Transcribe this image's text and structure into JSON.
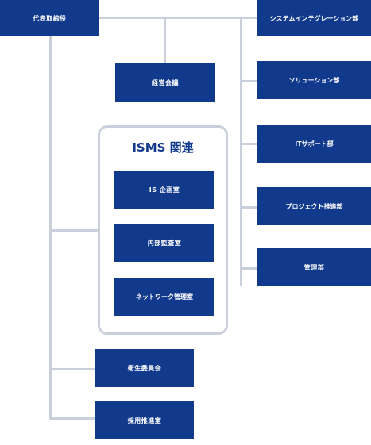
{
  "colors": {
    "box": "#123a8c",
    "line": "#c9d0dc",
    "text_on_box": "#ffffff",
    "group_title": "#123a8c"
  },
  "top": {
    "ceo": "代表取締役"
  },
  "council": "経営会議",
  "isms_group": {
    "title": "ISMS 関連",
    "items": [
      "IS 企画室",
      "内部監査室",
      "ネットワーク管理室"
    ]
  },
  "left_branch": [
    "衛生委員会",
    "採用推進室"
  ],
  "departments": [
    "システムインテグレーション部",
    "ソリューション部",
    "ITサポート部",
    "プロジェクト推進部",
    "管理部"
  ]
}
